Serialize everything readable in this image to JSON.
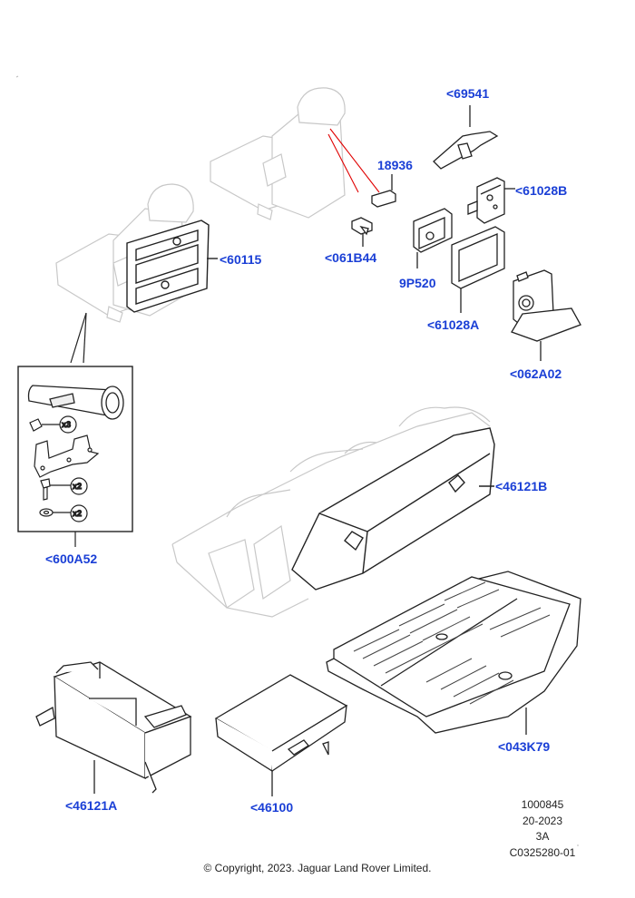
{
  "callouts": {
    "c69541": "<69541",
    "c18936": "18936",
    "c61028B": "<61028B",
    "c60115": "<60115",
    "c061B44": "<061B44",
    "c9P520": "9P520",
    "c61028A": "<61028A",
    "c062A02": "<062A02",
    "c46121B": "<46121B",
    "c600A52": "<600A52",
    "c46121A": "<46121A",
    "c46100": "<46100",
    "c043K79": "<043K79"
  },
  "kit_quantities": [
    "x3",
    "x2",
    "x2"
  ],
  "meta": {
    "id": "1000845",
    "date": "20-2023",
    "rev": "3A",
    "code": "C0325280-01"
  },
  "copyright": "© Copyright, 2023. Jaguar Land Rover Limited.",
  "colors": {
    "callout": "#1a3fd6",
    "ghost_line": "#c8c8c8",
    "part_line": "#222222",
    "leader_red": "#e00000"
  }
}
